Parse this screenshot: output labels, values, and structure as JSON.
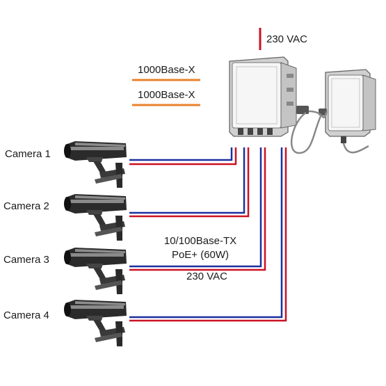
{
  "power_top": {
    "label": "230 VAC",
    "color": "#cc1122"
  },
  "uplinks": [
    {
      "label": "1000Base-X",
      "color": "#e8822e"
    },
    {
      "label": "1000Base-X",
      "color": "#e8822e"
    }
  ],
  "cameras": [
    {
      "label": "Camera 1"
    },
    {
      "label": "Camera 2"
    },
    {
      "label": "Camera 3"
    },
    {
      "label": "Camera 4"
    }
  ],
  "link": {
    "line1": "10/100Base-TX",
    "line2": "PoE+ (60W)",
    "color": "#1c2fa0"
  },
  "power_cameras": {
    "label": "230 VAC",
    "color": "#cc1122"
  },
  "devices": {
    "main_enclosure": "enclosure-icon",
    "aux_enclosure": "enclosure-icon"
  }
}
